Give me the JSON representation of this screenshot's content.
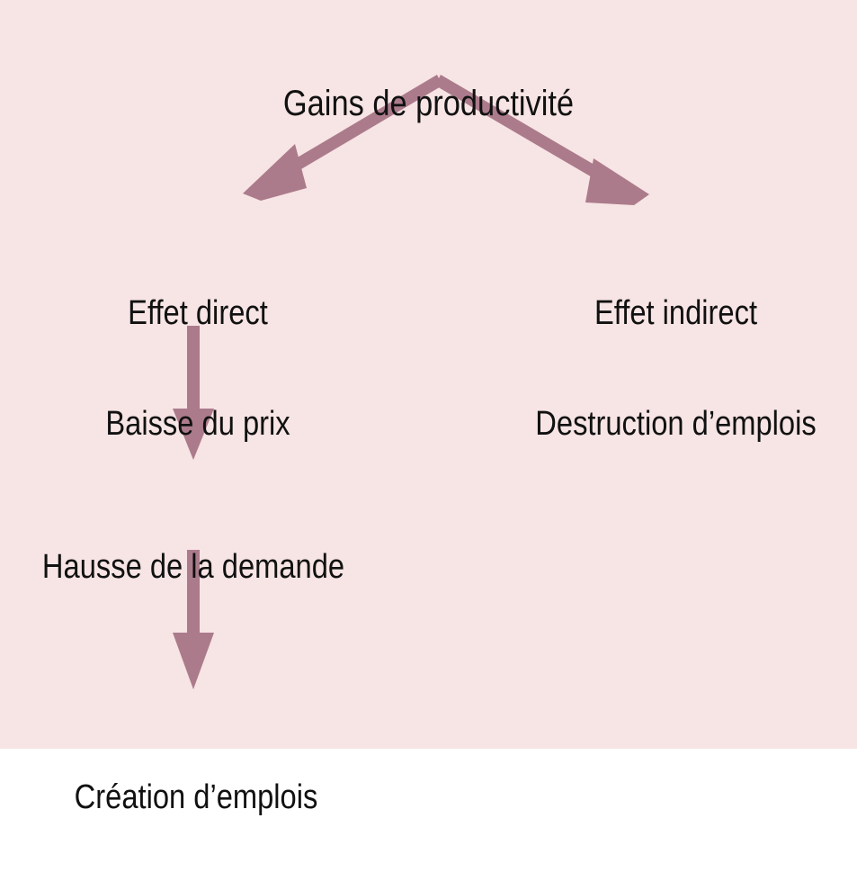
{
  "diagram": {
    "title": "Gains de productivité",
    "background_color": "#f7e4e4",
    "arrow_color": "#ab7b8c",
    "text_color": "#111111",
    "nodes": {
      "root": {
        "line1": "Gains de productivité"
      },
      "left_effect": {
        "line1": "Effet direct",
        "line2": "Baisse du prix"
      },
      "right_effect": {
        "line1": "Effet indirect",
        "line2": "Destruction d’emplois"
      },
      "demand": {
        "line1": "Hausse de la demande"
      },
      "jobs": {
        "line1": "Création d’emplois"
      }
    },
    "edges": [
      {
        "name": "root-to-left-effect",
        "from": "root",
        "to": "left_effect",
        "direction": "down-left"
      },
      {
        "name": "root-to-right-effect",
        "from": "root",
        "to": "right_effect",
        "direction": "down-right"
      },
      {
        "name": "left-effect-to-demand",
        "from": "left_effect",
        "to": "demand",
        "direction": "down"
      },
      {
        "name": "demand-to-jobs",
        "from": "demand",
        "to": "jobs",
        "direction": "down"
      }
    ]
  }
}
